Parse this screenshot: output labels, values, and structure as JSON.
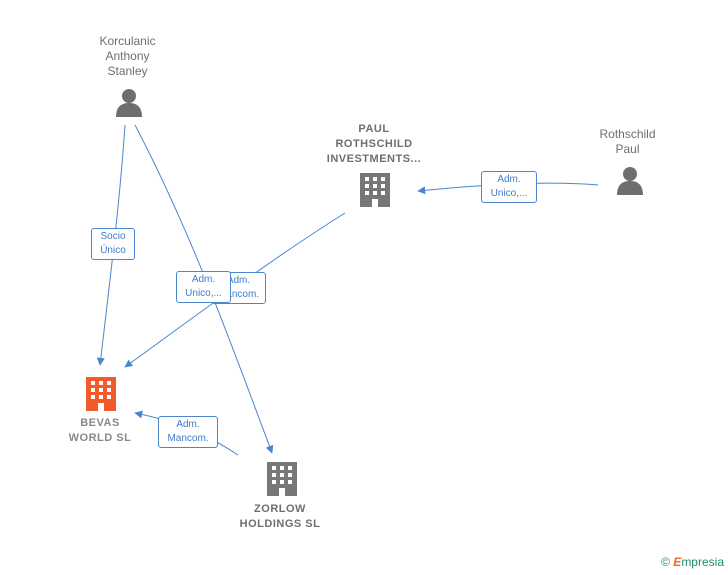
{
  "nodes": {
    "korculanic": {
      "label": "Korculanic\nAnthony\nStanley",
      "kind": "person"
    },
    "rothschild_paul": {
      "label": "Rothschild\nPaul",
      "kind": "person"
    },
    "paul_rothschild_inv": {
      "label": "PAUL\nROTHSCHILD\nINVESTMENTS...",
      "kind": "company"
    },
    "bevas": {
      "label": "BEVAS\nWORLD  SL",
      "kind": "company-primary"
    },
    "zorlow": {
      "label": "ZORLOW\nHOLDINGS  SL",
      "kind": "company"
    }
  },
  "edges": {
    "socio_unico": "Socio\nÚnico",
    "adm_unico_1": "Adm.\nUnico,...",
    "adm_mancom_1": "Adm.\nMancom.",
    "adm_unico_2": "Adm.\nUnico,...",
    "adm_mancom_2": "Adm.\nMancom."
  },
  "footer": {
    "copyright": "©",
    "brand_initial": "E",
    "brand_rest": "mpresia"
  },
  "colors": {
    "edge": "#4a86d0",
    "person_icon": "#6e6e6e",
    "company_icon": "#777777",
    "primary_company_icon": "#f15a2b"
  }
}
